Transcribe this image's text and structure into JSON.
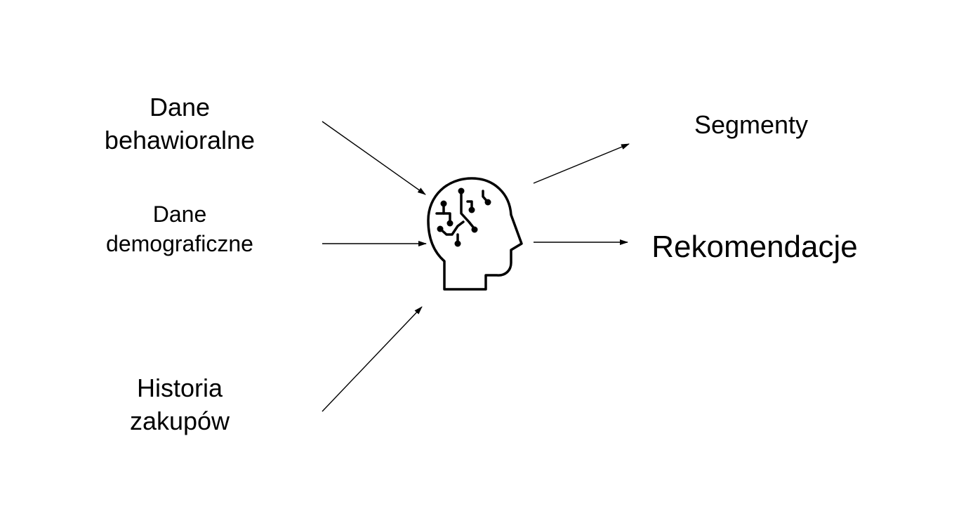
{
  "inputs": {
    "behavioral": {
      "line1": "Dane",
      "line2": "behawioralne"
    },
    "demographic": {
      "line1": "Dane",
      "line2": "demograficzne"
    },
    "history": {
      "line1": "Historia",
      "line2": "zakupów"
    }
  },
  "outputs": {
    "segments": "Segmenty",
    "recommendations": "Rekomendacje"
  },
  "center": {
    "icon": "ai-brain-head-icon"
  },
  "colors": {
    "stroke": "#000000",
    "background": "#ffffff"
  }
}
